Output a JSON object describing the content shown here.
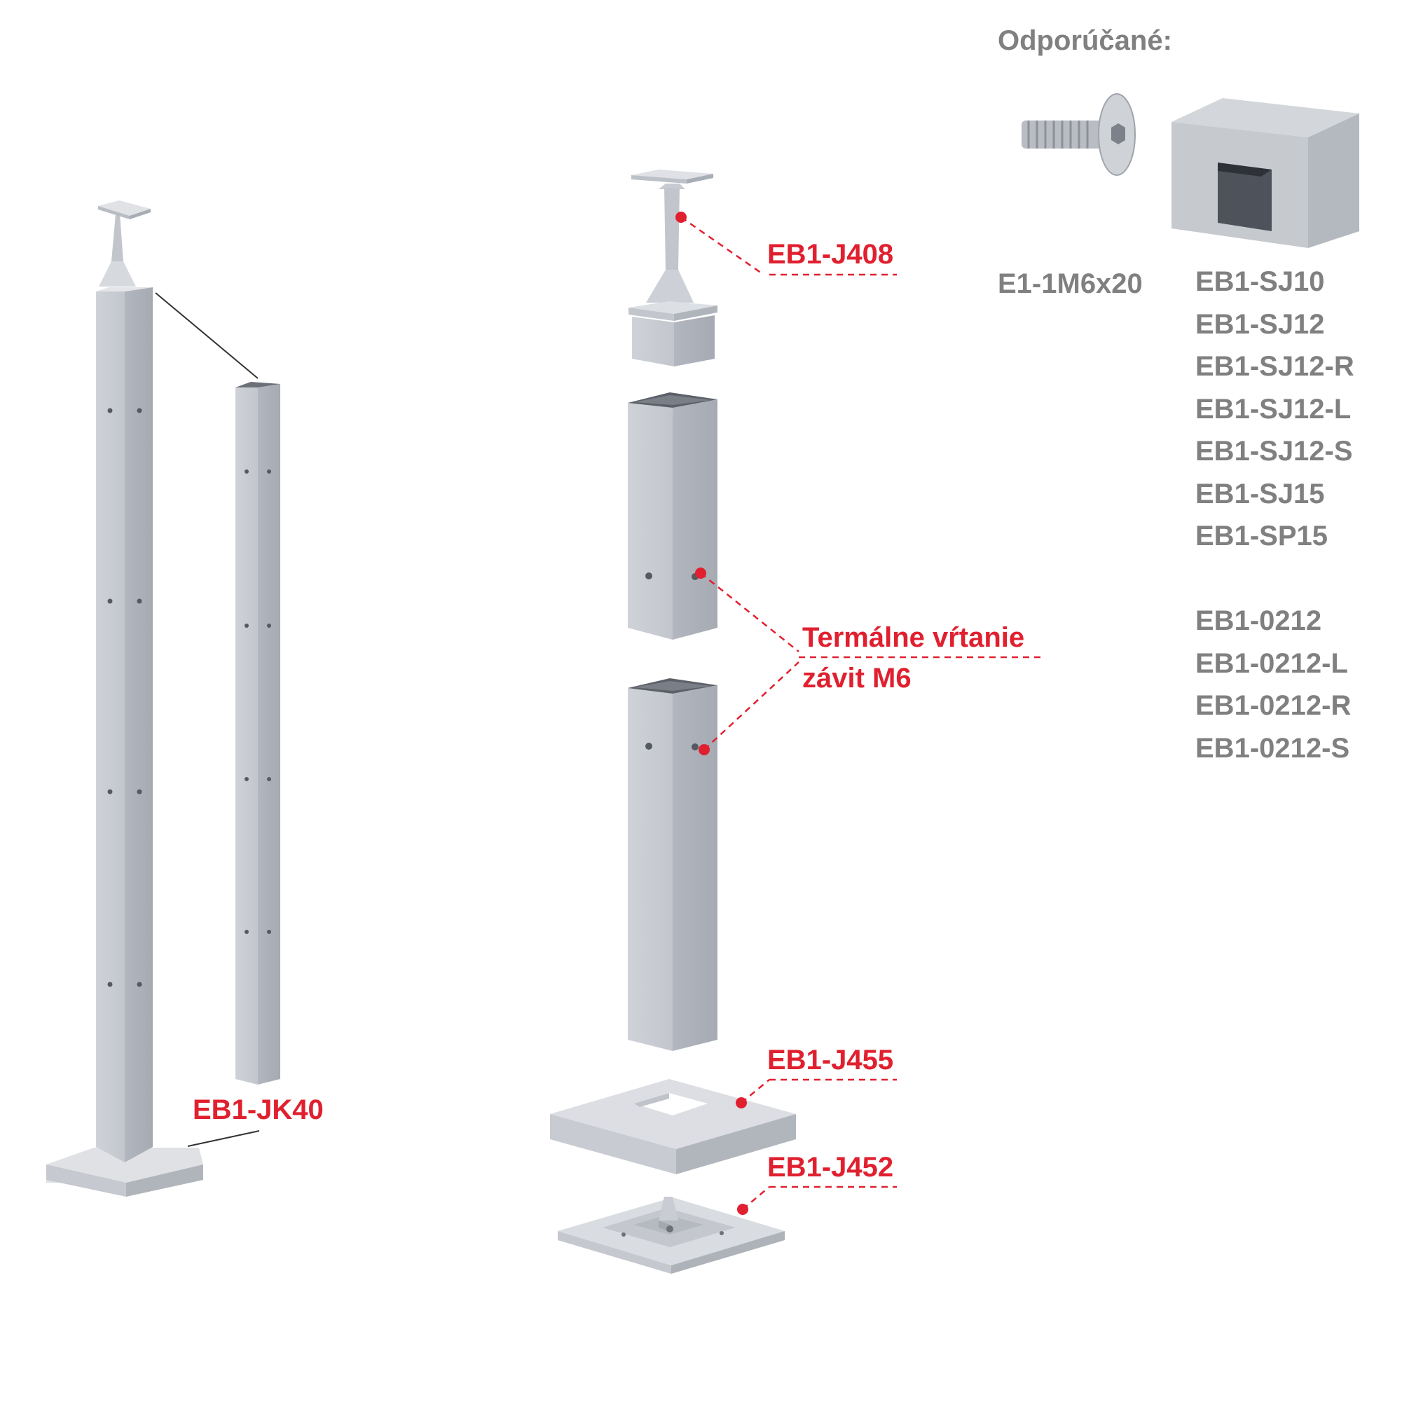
{
  "recommended": {
    "heading": "Odporúčané:",
    "screw_code": "E1-1M6x20",
    "connectors_group_1": [
      "EB1-SJ10",
      "EB1-SJ12",
      "EB1-SJ12-R",
      "EB1-SJ12-L",
      "EB1-SJ12-S",
      "EB1-SJ15",
      "EB1-SP15"
    ],
    "connectors_group_2": [
      "EB1-0212",
      "EB1-0212-L",
      "EB1-0212-R",
      "EB1-0212-S"
    ]
  },
  "callouts": {
    "top_adapter": "EB1-J408",
    "drilling_line1": "Termálne vŕtanie",
    "drilling_line2": "závit M6",
    "cover_plate": "EB1-J455",
    "base_mount": "EB1-J452",
    "post_assembly": "EB1-JK40"
  },
  "colors": {
    "callout_red": "#e0202f",
    "text_gray": "#808080",
    "metal_light": "#c9ccd3",
    "metal_mid": "#b3b7bf",
    "metal_dark": "#9ea2aa"
  }
}
